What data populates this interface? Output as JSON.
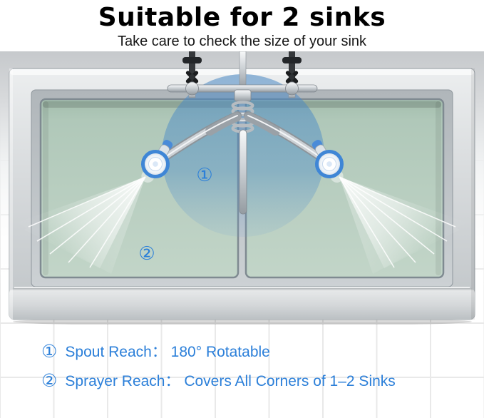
{
  "header": {
    "title": "Suitable for 2 sinks",
    "subtitle": "Take care to check the size of your sink"
  },
  "scene": {
    "marker1": "①",
    "marker2": "②"
  },
  "legend": {
    "items": [
      {
        "num": "①",
        "text": "Spout Reach： 180° Rotatable"
      },
      {
        "num": "②",
        "text": "Sprayer Reach： Covers All Corners of 1–2 Sinks"
      }
    ]
  },
  "colors": {
    "accent_blue": "#2B7FD9",
    "range_overlay_blue": "#4686C3",
    "basin_green": "#B4CBBC",
    "title_black": "#000000"
  }
}
